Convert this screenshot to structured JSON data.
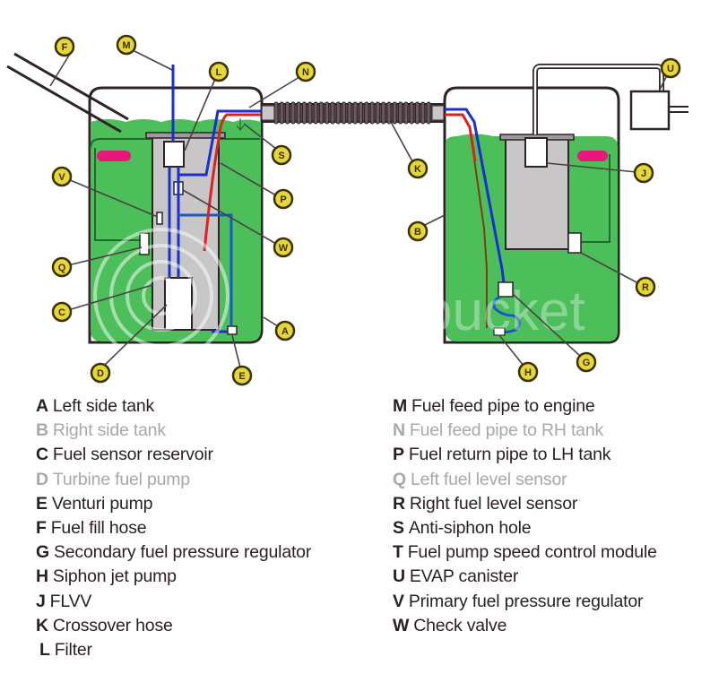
{
  "diagram": {
    "title": "Dual saddle fuel tank system",
    "colors": {
      "fuel_green": "#4cbf5a",
      "tank_outline": "#2e2326",
      "reservoir_gray": "#c8c6c6",
      "feed_pipe_blue": "#1a2fd0",
      "return_pipe_red": "#e02020",
      "level_sensor_magenta": "#e8187a",
      "callout_fill": "#e5d63a",
      "callout_ring": "#3a3000"
    },
    "callouts": [
      {
        "letter": "F",
        "part": "fuel-fill-hose"
      },
      {
        "letter": "M",
        "part": "fuel-feed-pipe-to-engine"
      },
      {
        "letter": "L",
        "part": "filter"
      },
      {
        "letter": "N",
        "part": "fuel-feed-pipe-to-rh-tank"
      },
      {
        "letter": "S",
        "part": "anti-siphon-hole"
      },
      {
        "letter": "P",
        "part": "fuel-return-pipe-to-lh-tank"
      },
      {
        "letter": "V",
        "part": "primary-fuel-pressure-regulator"
      },
      {
        "letter": "W",
        "part": "check-valve"
      },
      {
        "letter": "Q",
        "part": "left-fuel-level-sensor"
      },
      {
        "letter": "C",
        "part": "fuel-sensor-reservoir"
      },
      {
        "letter": "A",
        "part": "left-side-tank"
      },
      {
        "letter": "D",
        "part": "turbine-fuel-pump"
      },
      {
        "letter": "E",
        "part": "venturi-pump"
      },
      {
        "letter": "K",
        "part": "crossover-hose"
      },
      {
        "letter": "B",
        "part": "right-side-tank"
      },
      {
        "letter": "U",
        "part": "evap-canister"
      },
      {
        "letter": "J",
        "part": "flvv"
      },
      {
        "letter": "R",
        "part": "right-fuel-level-sensor"
      },
      {
        "letter": "H",
        "part": "siphon-jet-pump"
      },
      {
        "letter": "G",
        "part": "secondary-fuel-pressure-regulator"
      }
    ],
    "watermark": "bucket"
  },
  "legend": {
    "left": [
      {
        "key": "A",
        "label": "Left side tank",
        "faded": false
      },
      {
        "key": "B",
        "label": "Right side tank",
        "faded": true
      },
      {
        "key": "C",
        "label": "Fuel sensor reservoir",
        "faded": false
      },
      {
        "key": "D",
        "label": "Turbine fuel pump",
        "faded": true
      },
      {
        "key": "E",
        "label": "Venturi pump",
        "faded": false
      },
      {
        "key": "F",
        "label": "Fuel fill hose",
        "faded": false
      },
      {
        "key": "G",
        "label": "Secondary fuel pressure regulator",
        "faded": false
      },
      {
        "key": "H",
        "label": "Siphon jet pump",
        "faded": false
      },
      {
        "key": "J",
        "label": "FLVV",
        "faded": false
      },
      {
        "key": "K",
        "label": "Crossover hose",
        "faded": false
      },
      {
        "key": "L",
        "label": "Filter",
        "faded": false
      }
    ],
    "right": [
      {
        "key": "M",
        "label": "Fuel feed pipe to engine",
        "faded": false
      },
      {
        "key": "N",
        "label": "Fuel feed pipe to RH tank",
        "faded": true
      },
      {
        "key": "P",
        "label": "Fuel return pipe to LH tank",
        "faded": false
      },
      {
        "key": "Q",
        "label": "Left fuel level sensor",
        "faded": true
      },
      {
        "key": "R",
        "label": "Right fuel level sensor",
        "faded": false
      },
      {
        "key": "S",
        "label": "Anti-siphon hole",
        "faded": false
      },
      {
        "key": "T",
        "label": "Fuel pump speed control module",
        "faded": false
      },
      {
        "key": "U",
        "label": "EVAP canister",
        "faded": false
      },
      {
        "key": "V",
        "label": "Primary fuel pressure regulator",
        "faded": false
      },
      {
        "key": "W",
        "label": "Check valve",
        "faded": false
      }
    ]
  }
}
